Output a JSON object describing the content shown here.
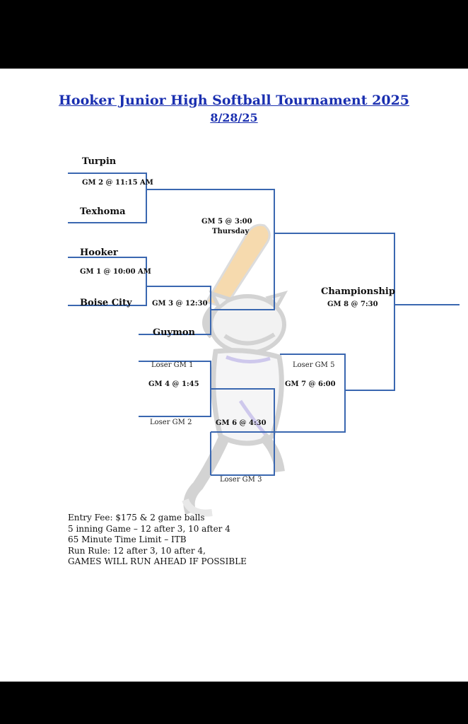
{
  "header": {
    "title": "Hooker Junior High Softball Tournament 2025",
    "date": "8/28/25",
    "title_color": "#1a2fb0"
  },
  "bracket": {
    "line_color": "#3a67b0",
    "teams": {
      "turpin": "Turpin",
      "texhoma": "Texhoma",
      "hooker": "Hooker",
      "boise_city": "Boise City",
      "guymon": "Guymon"
    },
    "games": {
      "gm2": "GM 2 @ 11:15 AM",
      "gm1": "GM 1 @ 10:00 AM",
      "gm3": "GM 3 @ 12:30",
      "gm5": "GM 5 @ 3:00",
      "gm5_day": "Thursday",
      "gm4": "GM 4 @ 1:45",
      "gm6": "GM 6 @ 4:30",
      "gm7": "GM 7 @ 6:00",
      "gm8": "GM 8 @ 7:30"
    },
    "championship": "Championship",
    "losers": {
      "loser_gm1": "Loser GM 1",
      "loser_gm2": "Loser GM 2",
      "loser_gm3": "Loser GM 3",
      "loser_gm5": "Loser GM 5"
    }
  },
  "notes": [
    "Entry Fee: $175 & 2 game balls",
    "5 inning Game – 12 after 3, 10 after 4",
    "65 Minute Time Limit – ITB",
    "Run Rule: 12 after 3, 10 after 4,",
    "GAMES WILL RUN AHEAD IF POSSIBLE"
  ],
  "watermark": {
    "icon": "bulldog-batter-mascot-icon"
  }
}
